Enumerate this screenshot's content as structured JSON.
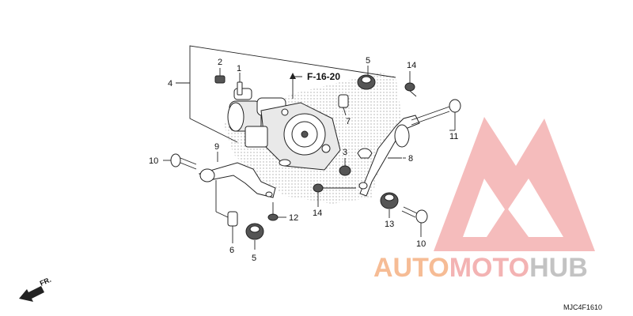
{
  "callouts": {
    "c1": "1",
    "c2": "2",
    "c3": "3",
    "c4": "4",
    "c5a": "5",
    "c5b": "5",
    "c6": "6",
    "c7": "7",
    "c8": "8",
    "c9": "9",
    "c10a": "10",
    "c10b": "10",
    "c11": "11",
    "c12": "12",
    "c13": "13",
    "c14a": "14",
    "c14b": "14"
  },
  "reference": "F-16-20",
  "direction": "FR.",
  "diagram_code": "MJC4F1610",
  "watermark": {
    "part1": "AUTO",
    "part2": "MOTO",
    "part3": "HUB",
    "color_orange": "#f5b183",
    "color_pink": "#f2a6a6",
    "color_gray": "#b9b9b9"
  }
}
